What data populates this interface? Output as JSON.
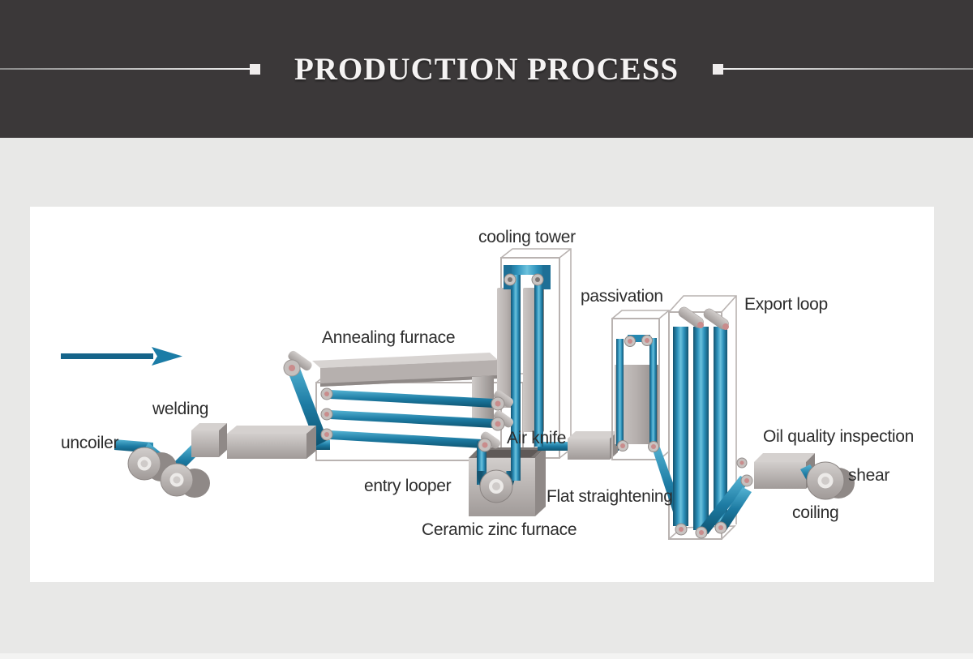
{
  "header": {
    "title": "PRODUCTION PROCESS",
    "background_color": "#3b3839",
    "title_color": "#f5f3f3",
    "rule_square_icon": "square-bullet"
  },
  "diagram": {
    "panel_background_color": "#ffffff",
    "page_background_color": "#e8e8e7",
    "strip_color": "#2487b0",
    "strip_dark_color": "#14536f",
    "machine_metal_color": "#b6b0ae",
    "roller_pin_color": "#c98c8c",
    "flow_arrow_icon": "right-arrow",
    "labels": [
      {
        "id": "uncoiler",
        "text": "uncoiler"
      },
      {
        "id": "welding",
        "text": "welding"
      },
      {
        "id": "annealing-furnace",
        "text": "Annealing furnace"
      },
      {
        "id": "cooling-tower",
        "text": "cooling tower"
      },
      {
        "id": "entry-looper",
        "text": "entry looper"
      },
      {
        "id": "ceramic-zinc-furnace",
        "text": "Ceramic zinc furnace"
      },
      {
        "id": "air-knife",
        "text": "Air knife"
      },
      {
        "id": "passivation",
        "text": "passivation"
      },
      {
        "id": "flat-straightening",
        "text": "Flat straightening"
      },
      {
        "id": "export-loop",
        "text": "Export loop"
      },
      {
        "id": "oil-quality-inspection",
        "text": "Oil quality inspection"
      },
      {
        "id": "shear",
        "text": "shear"
      },
      {
        "id": "coiling",
        "text": "coiling"
      }
    ]
  }
}
